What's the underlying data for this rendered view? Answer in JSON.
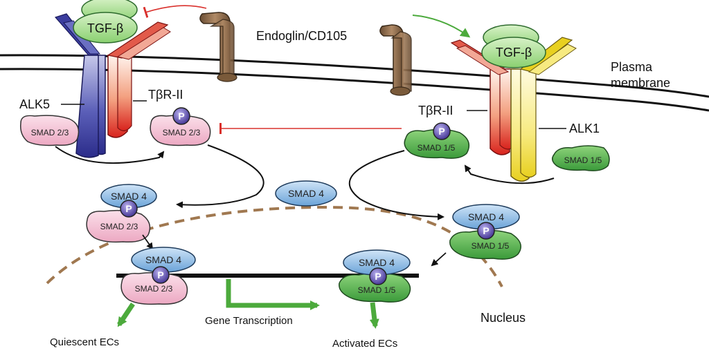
{
  "labels": {
    "tgf_beta": "TGF-β",
    "endoglin": "Endoglin/CD105",
    "plasma_membrane_line1": "Plasma",
    "plasma_membrane_line2": "membrane",
    "alk5": "ALK5",
    "alk1": "ALK1",
    "tbr2": "TβR-II",
    "smad23": "SMAD 2/3",
    "smad15": "SMAD 1/5",
    "smad4": "SMAD 4",
    "phospho": "P",
    "gene_transcription": "Gene Transcription",
    "nucleus": "Nucleus",
    "quiescent": "Quiescent ECs",
    "activated": "Activated ECs"
  },
  "colors": {
    "smad23": "#f5c6d6",
    "smad15": "#5cb85c",
    "smad4": "#7fb3e0",
    "phospho": "#5a4aa0",
    "tgf": "#a8e08a",
    "endoglin": "#8b6a4a",
    "inhibit": "#d9302c",
    "activate": "#4caa3c",
    "nucleus_border": "#a07850"
  }
}
